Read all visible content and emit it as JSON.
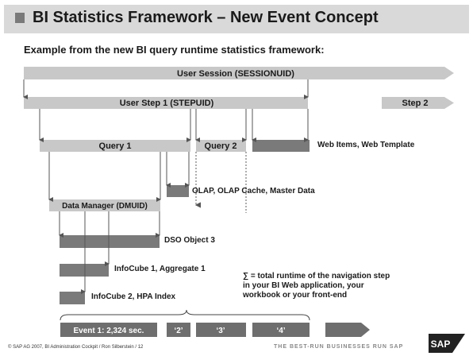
{
  "title": "BI Statistics Framework – New Event Concept",
  "subtitle": "Example from the new BI query runtime statistics framework:",
  "diagram": {
    "user_session": "User Session (SESSIONUID)",
    "user_step_1": "User Step 1 (STEPUID)",
    "step_2": "Step 2",
    "query_1": "Query 1",
    "query_2": "Query 2",
    "web_items": "Web Items, Web Template",
    "olap": "OLAP, OLAP Cache, Master Data",
    "data_manager": "Data Manager (DMUID)",
    "dso": "DSO Object 3",
    "infocube1": "InfoCube 1, Aggregate 1",
    "infocube2": "InfoCube 2, HPA Index",
    "sigma_note": "∑ = total runtime of the navigation step in your BI Web application, your workbook or your front-end",
    "event1": "Event 1: 2,324 sec.",
    "event2": "‘2’",
    "event3": "‘3’",
    "event4": "‘4’"
  },
  "footer": {
    "left": "© SAP AG 2007, BI Administration Cockpit / Ron Silberstein / 12",
    "tagline": "THE BEST-RUN BUSINESSES RUN SAP",
    "logo": "SAP"
  },
  "colors": {
    "light_bar": "#c8c8c8",
    "dark_bar": "#7a7a7a",
    "event_bar": "#6e6e6e"
  }
}
